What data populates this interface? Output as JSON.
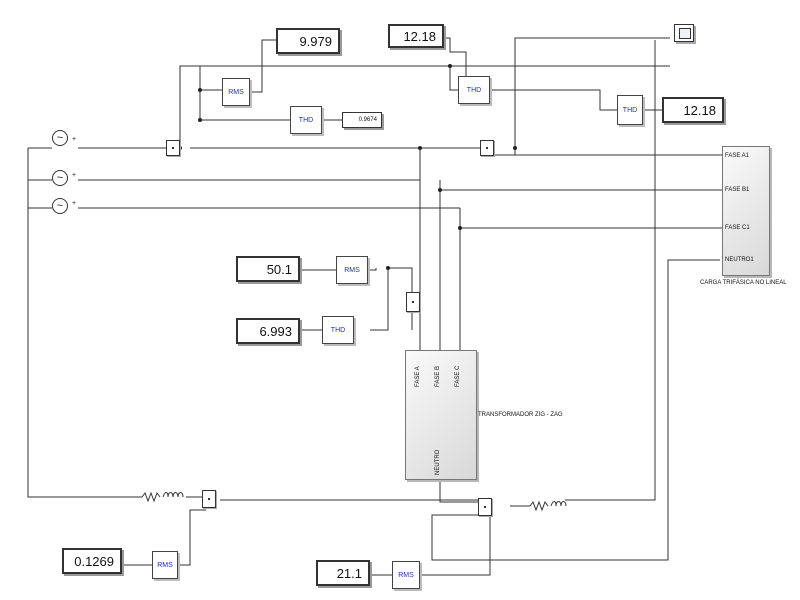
{
  "diagram": {
    "displays": {
      "rms_top": "9.979",
      "thd_top_small": "0.9674",
      "thd_mid_top": "12.18",
      "thd_right": "12.18",
      "rms_trafo": "50.1",
      "thd_trafo": "6.993",
      "rms_bottom_left": "0.1269",
      "rms_bottom_mid": "21.1"
    },
    "blocks": {
      "rms": "RMS",
      "thd": "THD"
    },
    "load": {
      "ports": [
        "FASE A1",
        "FASE B1",
        "FASE C1",
        "NEUTRO1"
      ],
      "caption": "CARGA TRIFÁSICA NO LINEAL"
    },
    "transformer": {
      "ports": [
        "FASE A",
        "FASE B",
        "FASE C"
      ],
      "neutral_port": "NEUTRO",
      "caption": "TRANSFORMADOR ZIG - ZAG"
    },
    "source_symbol": "~",
    "plus_sign": "+",
    "icons": [
      "ac-voltage-source-icon",
      "resistor-inductor-icon",
      "scope-icon",
      "mux-icon"
    ]
  }
}
